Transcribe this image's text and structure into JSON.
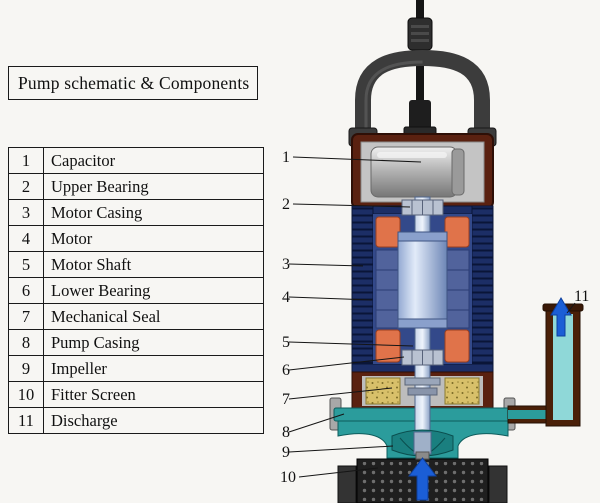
{
  "title": "Pump schematic & Components",
  "components": [
    {
      "num": "1",
      "name": "Capacitor"
    },
    {
      "num": "2",
      "name": "Upper Bearing"
    },
    {
      "num": "3",
      "name": "Motor Casing"
    },
    {
      "num": "4",
      "name": "Motor"
    },
    {
      "num": "5",
      "name": "Motor Shaft"
    },
    {
      "num": "6",
      "name": "Lower Bearing"
    },
    {
      "num": "7",
      "name": "Mechanical Seal"
    },
    {
      "num": "8",
      "name": "Pump Casing"
    },
    {
      "num": "9",
      "name": "Impeller"
    },
    {
      "num": "10",
      "name": "Fitter Screen"
    },
    {
      "num": "11",
      "name": "Discharge"
    }
  ],
  "callouts": [
    "1",
    "2",
    "3",
    "4",
    "5",
    "6",
    "7",
    "8",
    "9",
    "10",
    "11"
  ],
  "colors": {
    "motor_casing_navy": "#1c2e66",
    "winding_orange": "#e0734a",
    "pump_casing_teal": "#2b9c9c",
    "shell_brown": "#5a2110",
    "flow_arrow_blue": "#1b5ed6"
  }
}
